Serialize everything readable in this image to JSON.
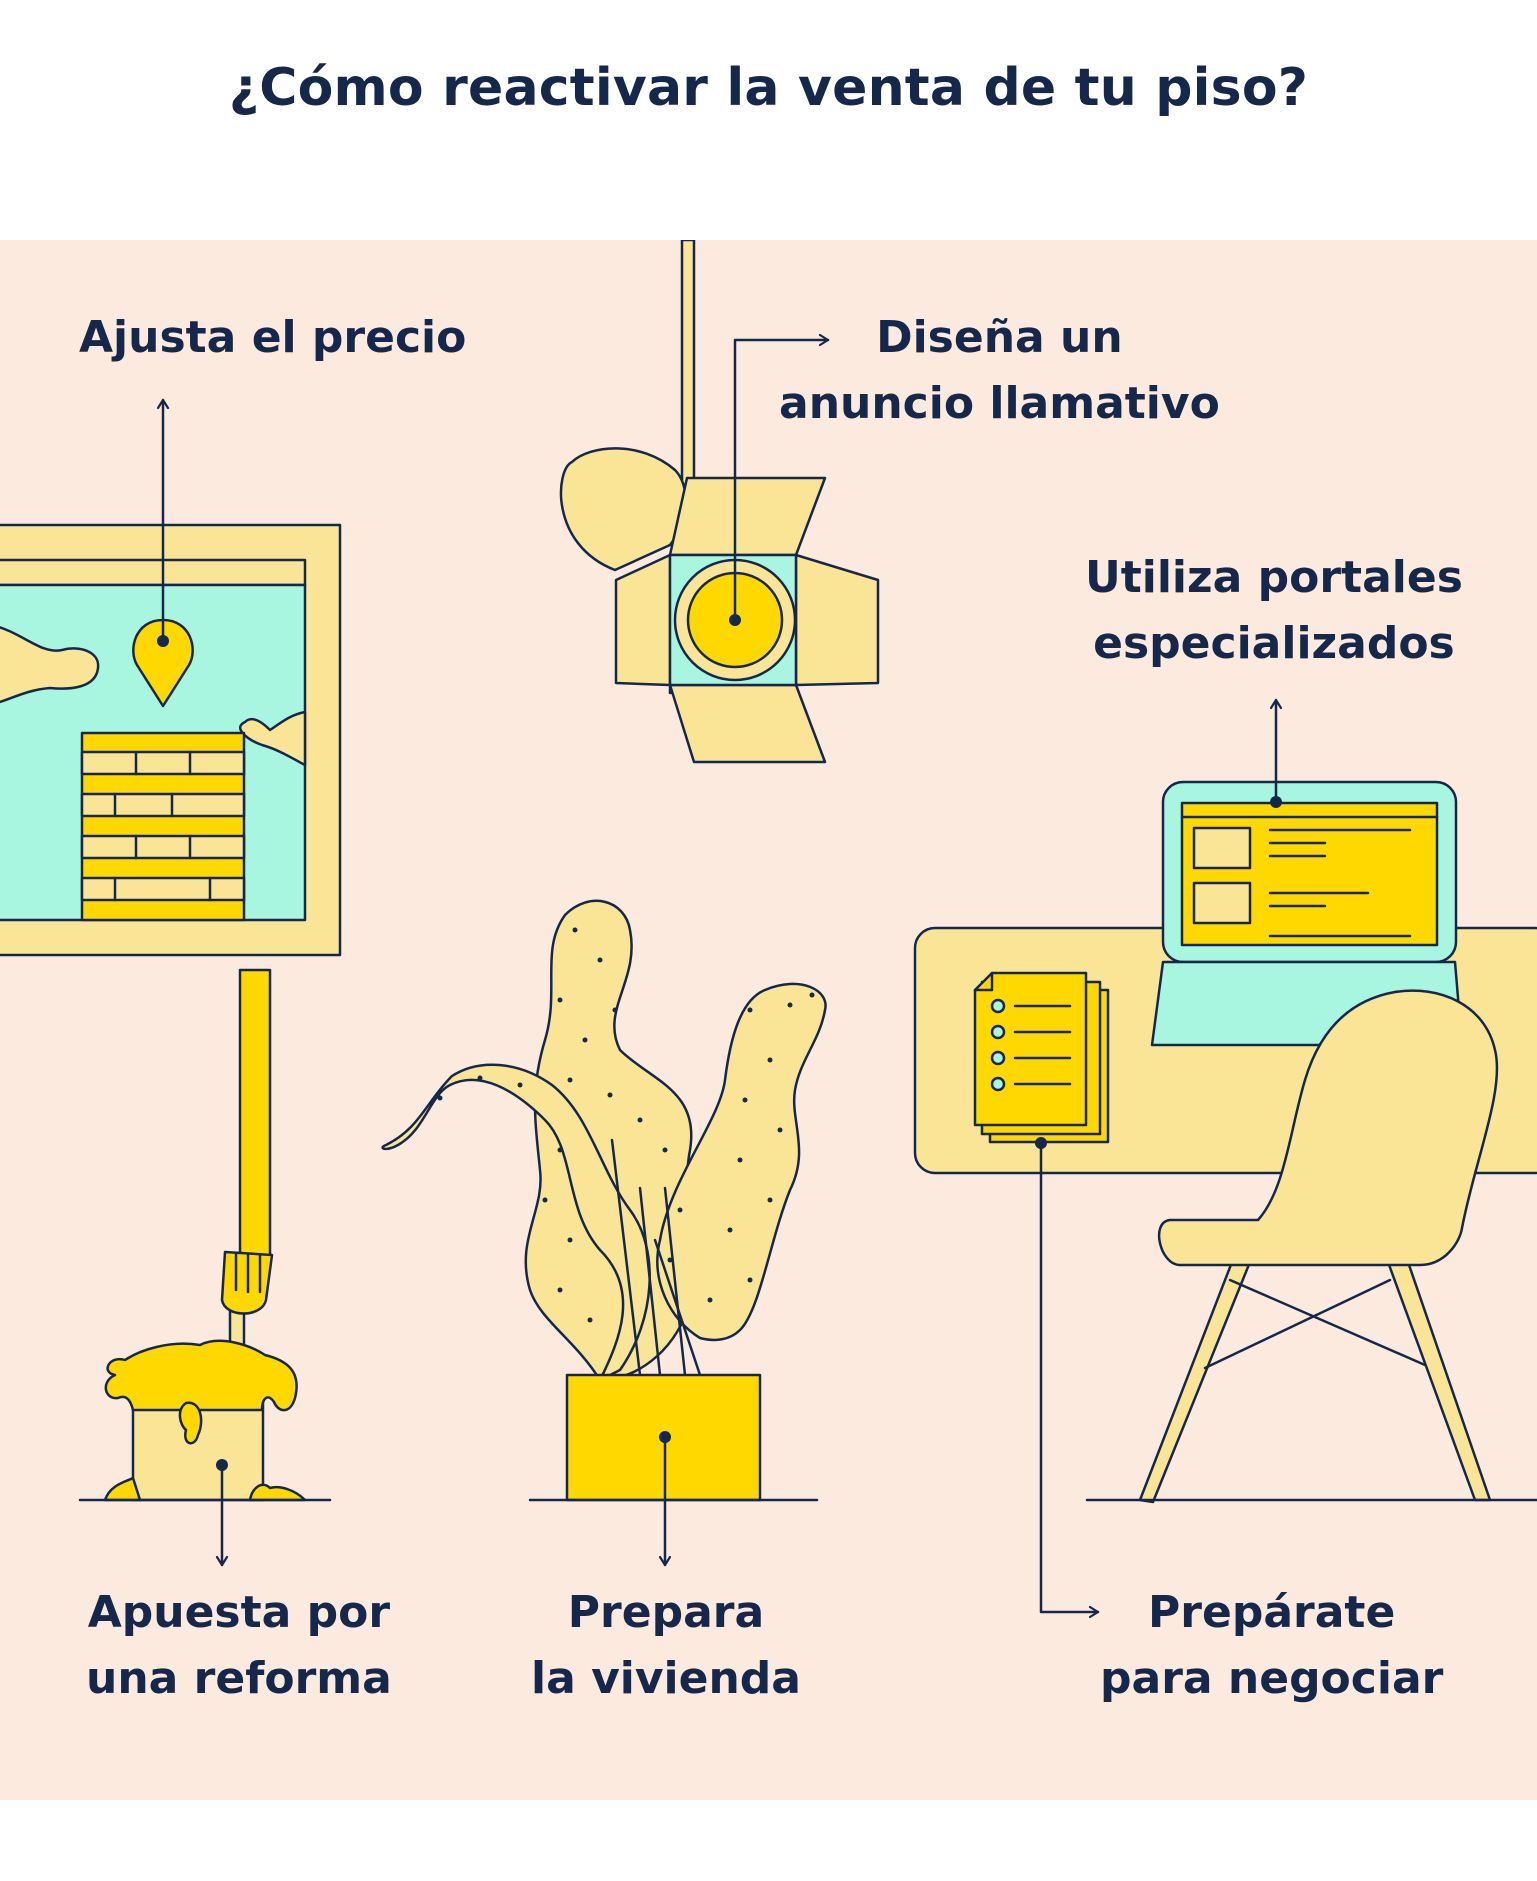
{
  "title": "¿Cómo reactivar la venta de tu piso?",
  "tips": [
    {
      "lines": [
        "Ajusta el precio"
      ]
    },
    {
      "lines": [
        "Diseña un",
        "anuncio llamativo"
      ]
    },
    {
      "lines": [
        "Utiliza portales",
        "especializados"
      ]
    },
    {
      "lines": [
        "Apuesta por",
        "una reforma"
      ]
    },
    {
      "lines": [
        "Prepara",
        "la vivienda"
      ]
    },
    {
      "lines": [
        "Prepárate",
        "para negociar"
      ]
    }
  ],
  "colors": {
    "background": "#fbeadd",
    "ink": "#15284b",
    "yellow": "#ffd800",
    "pale_yellow": "#fae597",
    "mint": "#a8f5e0"
  },
  "icons": [
    "framed-house-icon",
    "location-pin-icon",
    "spotlight-icon",
    "laptop-icon",
    "document-stack-icon",
    "chair-icon",
    "plant-icon",
    "paint-brush-icon",
    "paint-bucket-icon",
    "arrow-icon"
  ]
}
